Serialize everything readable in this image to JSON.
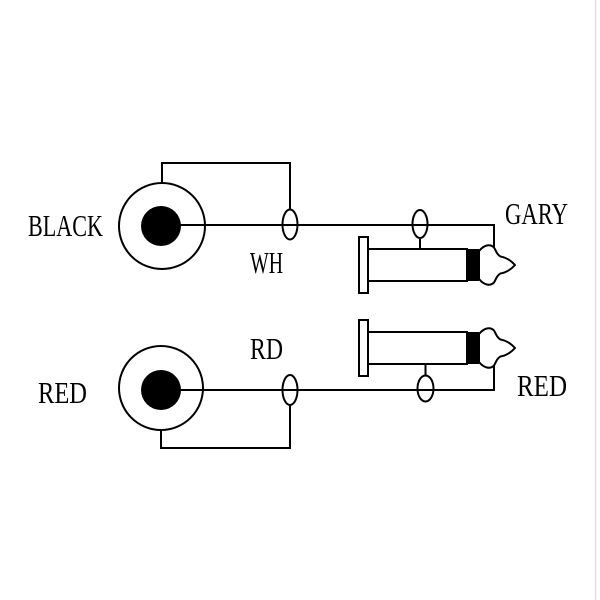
{
  "diagram": {
    "kind": "audio-cable-wiring-diagram",
    "top_channel": {
      "rca_label": "BLACK",
      "wire_label": "WH",
      "plug_label": "GARY"
    },
    "bottom_channel": {
      "rca_label": "RED",
      "wire_label": "RD",
      "plug_label": "RED"
    }
  },
  "colors": {
    "line": "#000000",
    "background": "#ffffff",
    "page_edge_shadow": "#3a3a3a",
    "page_edge_light": "#e0e0e0"
  }
}
